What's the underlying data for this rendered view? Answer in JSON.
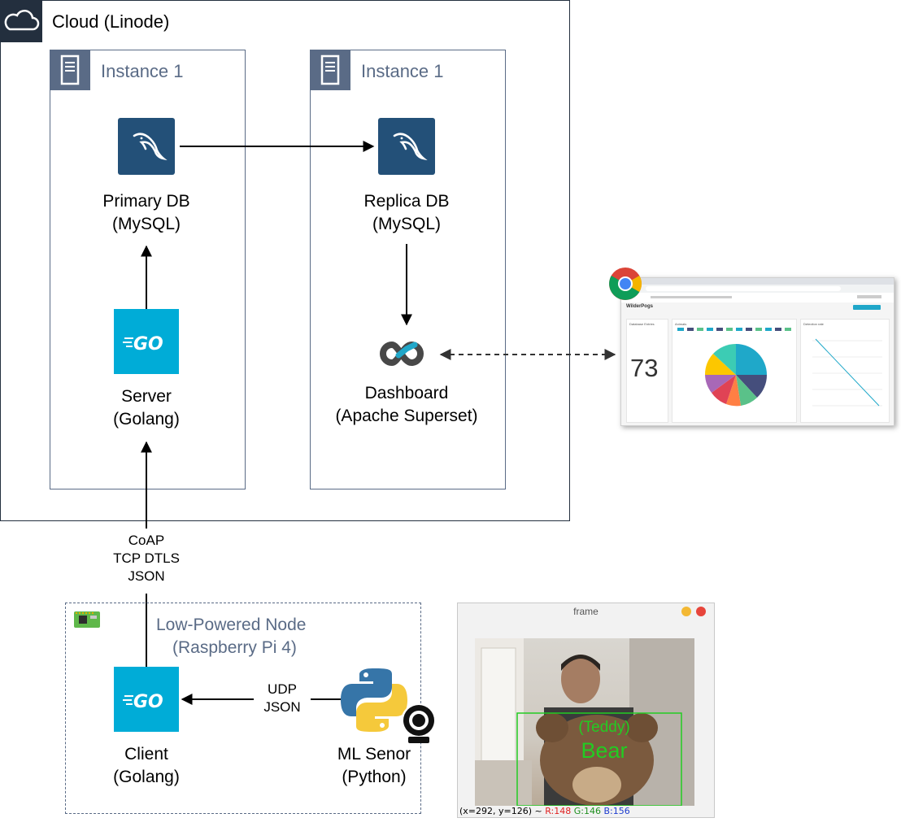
{
  "cloud": {
    "title": "Cloud (Linode)"
  },
  "instances": [
    {
      "title": "Instance 1"
    },
    {
      "title": "Instance 1"
    }
  ],
  "nodes": {
    "primary_db": {
      "line1": "Primary DB",
      "line2": "(MySQL)"
    },
    "replica_db": {
      "line1": "Replica DB",
      "line2": "(MySQL)"
    },
    "server": {
      "line1": "Server",
      "line2": "(Golang)"
    },
    "dashboard": {
      "line1": "Dashboard",
      "line2": "(Apache Superset)"
    },
    "client": {
      "line1": "Client",
      "line2": "(Golang)"
    },
    "ml_sensor": {
      "line1": "ML Senor",
      "line2": "(Python)"
    }
  },
  "edge_labels": {
    "client_server": [
      "CoAP",
      "TCP DTLS",
      "JSON"
    ],
    "sensor_client": [
      "UDP",
      "JSON"
    ]
  },
  "low_power_node": {
    "line1": "Low-Powered Node",
    "line2": "(Raspberry Pi 4)"
  },
  "frame_window": {
    "title": "frame",
    "detection_label": "(Teddy)",
    "detection_class": "Bear",
    "status_prefix": "(x=292, y=126) ~ ",
    "status_r": "R:148",
    "status_g": "G:146",
    "status_b": "B:156"
  },
  "browser_screenshot": {
    "dashboard_title": "WilderPogs",
    "panel1_title": "Database Entries",
    "big_number": "73",
    "panel2_title": "Animals",
    "panel3_title": "Detection rate"
  },
  "colors": {
    "cloud_dark": "#232f3e",
    "instance_slate": "#5a6b86",
    "mysql_blue": "#235078",
    "go_cyan": "#00acd7",
    "detection_green": "#22cc22"
  },
  "icons": [
    "cloud-icon",
    "server-icon",
    "mysql-icon",
    "go-icon",
    "superset-icon",
    "python-icon",
    "webcam-icon",
    "chip-icon",
    "chrome-icon"
  ]
}
